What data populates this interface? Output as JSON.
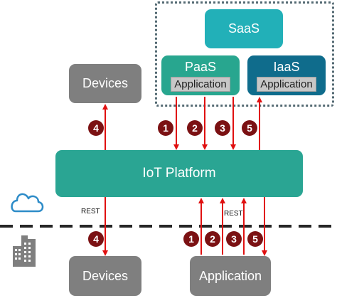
{
  "nodes": {
    "saas": "SaaS",
    "paas": {
      "title": "PaaS",
      "sub": "Application"
    },
    "iaas": {
      "title": "IaaS",
      "sub": "Application"
    },
    "devices_cloud": "Devices",
    "platform": "IoT Platform",
    "devices_onprem": "Devices",
    "application": "Application"
  },
  "badges": {
    "top_devices": "4",
    "top_1": "1",
    "top_2": "2",
    "top_3": "3",
    "top_5": "5",
    "bot_devices": "4",
    "bot_1": "1",
    "bot_2": "2",
    "bot_3": "3",
    "bot_5": "5"
  },
  "labels": {
    "rest_left": "REST",
    "rest_right": "REST"
  },
  "icons": {
    "cloud": "cloud-icon",
    "building": "building-icon"
  },
  "colors": {
    "arrow": "#e01010",
    "badge": "#7b1113",
    "teal": "#2aa593",
    "gray": "#7f7f7f",
    "iaas": "#0f6c8c"
  }
}
